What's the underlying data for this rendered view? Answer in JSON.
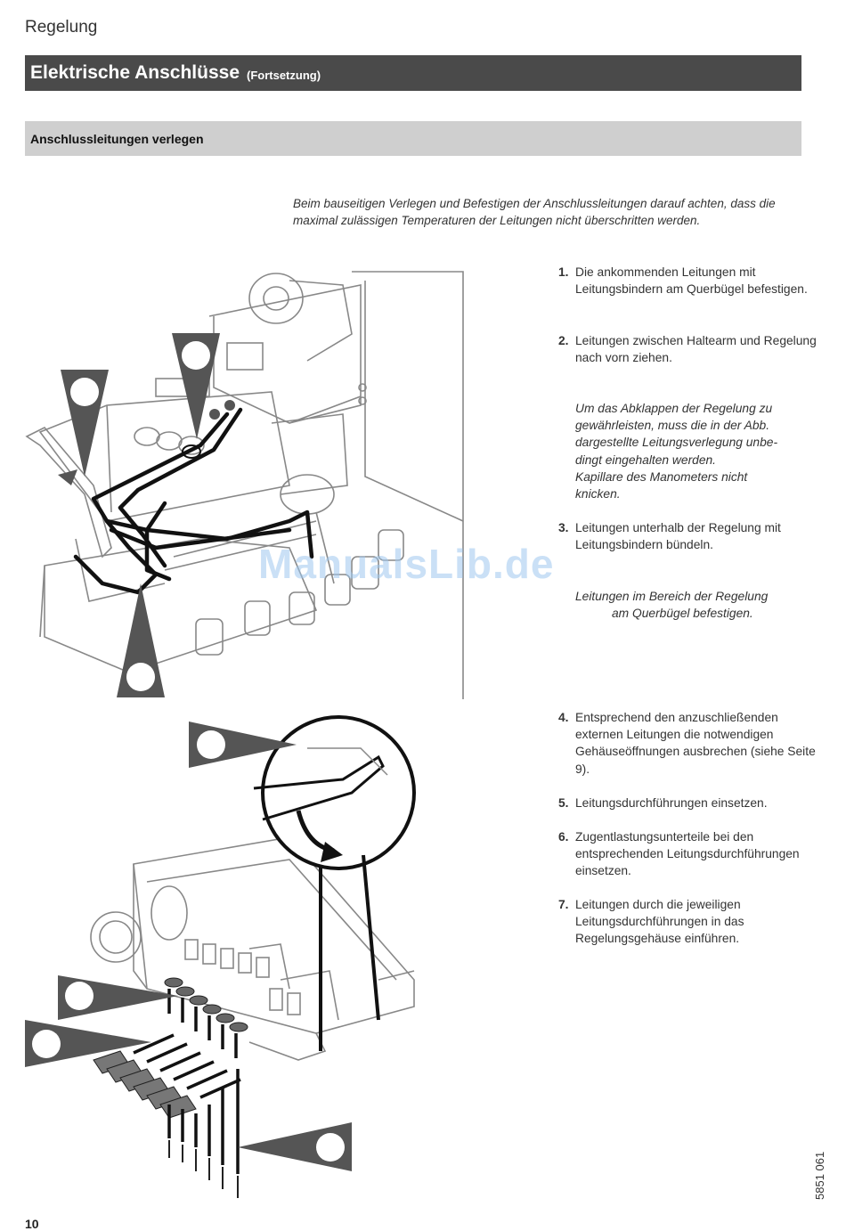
{
  "header": {
    "section": "Regelung",
    "title": "Elektrische Anschlüsse",
    "title_suffix": "(Fortsetzung)",
    "subsection": "Anschlussleitungen verlegen"
  },
  "intro": "Beim bauseitigen Verlegen und Befestigen der Anschlussleitungen darauf achten, dass die maximal zulässigen Temperaturen der Leitungen nicht überschritten werden.",
  "steps": [
    {
      "num": "1.",
      "text": "Die ankommenden Leitungen mit Leitungsbindern am Querbügel befestigen."
    },
    {
      "num": "2.",
      "text": "Leitungen zwischen Haltearm und Regelung nach vorn ziehen."
    },
    {
      "num": "3.",
      "text": "Leitungen unterhalb der Regelung mit Leitungsbindern bündeln."
    },
    {
      "num": "4.",
      "text": "Entsprechend den anzuschließenden externen Leitungen die notwendigen Gehäuseöffnungen ausbrechen (siehe Seite 9)."
    },
    {
      "num": "5.",
      "text": "Leitungsdurchführungen einsetzen."
    },
    {
      "num": "6.",
      "text": "Zugentlastungsunterteile bei den entsprechenden Leitungsdurch­führungen einsetzen."
    },
    {
      "num": "7.",
      "text": "Leitungen durch die jeweiligen Leitungsdurchführungen in das Regelungsgehäuse einführen."
    }
  ],
  "notes": {
    "after_step2_line1": "Um das Abklappen der Regelung zu",
    "after_step2_line2": "gewährleisten, muss die in der Abb.",
    "after_step2_line3": "dargestellte Leitungsverlegung unbe-",
    "after_step2_line4": "dingt eingehalten werden.",
    "after_step2_line5": "Kapillare des Manometers nicht",
    "after_step2_line6": "knicken.",
    "after_step3_line1": "Leitungen im Bereich der Regelung",
    "after_step3_line2": "am Querbügel befestigen."
  },
  "figures": {
    "top": "cable-routing-illustration",
    "bottom": "cable-gland-installation-illustration"
  },
  "watermark": "ManualsLib.de",
  "doc_number": "5851 061",
  "page_number": "10"
}
